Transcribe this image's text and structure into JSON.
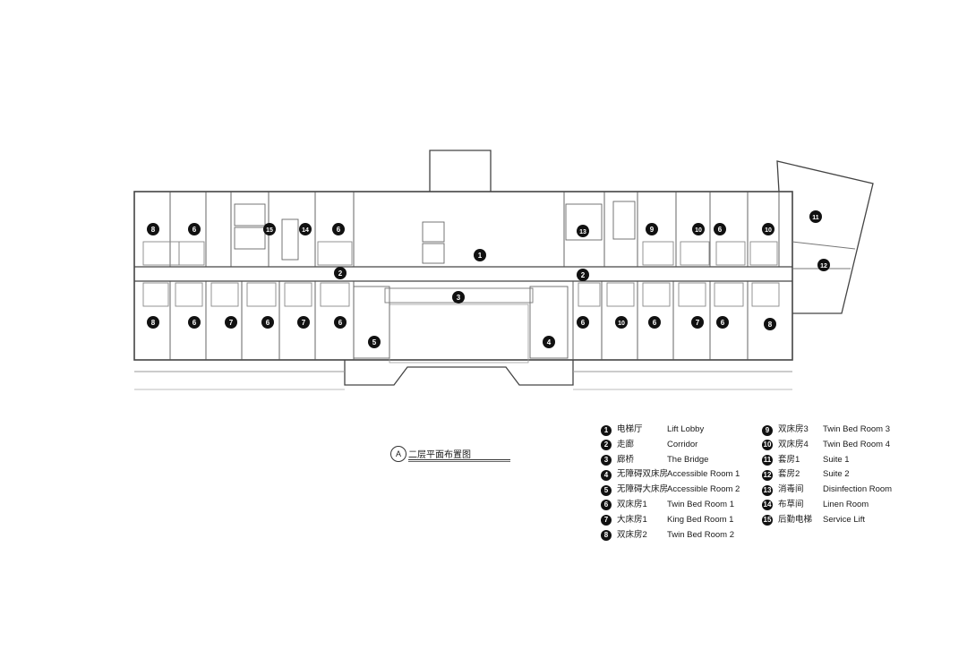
{
  "drawing": {
    "title_mark": "A",
    "title": "二层平面布置图"
  },
  "legend_left": [
    {
      "num": "1",
      "zh": "电梯厅",
      "en": "Lift Lobby"
    },
    {
      "num": "2",
      "zh": "走廊",
      "en": "Corridor"
    },
    {
      "num": "3",
      "zh": "廊桥",
      "en": "The Bridge"
    },
    {
      "num": "4",
      "zh": "无障碍双床房",
      "en": "Accessible Room 1"
    },
    {
      "num": "5",
      "zh": "无障碍大床房",
      "en": "Accessible Room 2"
    },
    {
      "num": "6",
      "zh": "双床房1",
      "en": "Twin Bed Room 1"
    },
    {
      "num": "7",
      "zh": "大床房1",
      "en": "King Bed Room 1"
    },
    {
      "num": "8",
      "zh": "双床房2",
      "en": "Twin Bed Room 2"
    }
  ],
  "legend_right": [
    {
      "num": "9",
      "zh": "双床房3",
      "en": "Twin Bed Room 3"
    },
    {
      "num": "10",
      "zh": "双床房4",
      "en": "Twin Bed Room 4"
    },
    {
      "num": "11",
      "zh": "套房1",
      "en": "Suite 1"
    },
    {
      "num": "12",
      "zh": "套房2",
      "en": "Suite 2"
    },
    {
      "num": "13",
      "zh": "消毒间",
      "en": "Disinfection Room"
    },
    {
      "num": "14",
      "zh": "布草间",
      "en": "Linen Room"
    },
    {
      "num": "15",
      "zh": "后勤电梯",
      "en": "Service Lift"
    }
  ],
  "plan_markers": [
    {
      "label": "8"
    },
    {
      "label": "6"
    },
    {
      "label": "15"
    },
    {
      "label": "14"
    },
    {
      "label": "6"
    },
    {
      "label": "1"
    },
    {
      "label": "2"
    },
    {
      "label": "2"
    },
    {
      "label": "3"
    },
    {
      "label": "13"
    },
    {
      "label": "9"
    },
    {
      "label": "10"
    },
    {
      "label": "6"
    },
    {
      "label": "10"
    },
    {
      "label": "11"
    },
    {
      "label": "12"
    },
    {
      "label": "8"
    },
    {
      "label": "6"
    },
    {
      "label": "7"
    },
    {
      "label": "6"
    },
    {
      "label": "7"
    },
    {
      "label": "6"
    },
    {
      "label": "5"
    },
    {
      "label": "4"
    },
    {
      "label": "6"
    },
    {
      "label": "10"
    },
    {
      "label": "6"
    },
    {
      "label": "7"
    },
    {
      "label": "6"
    },
    {
      "label": "8"
    }
  ]
}
